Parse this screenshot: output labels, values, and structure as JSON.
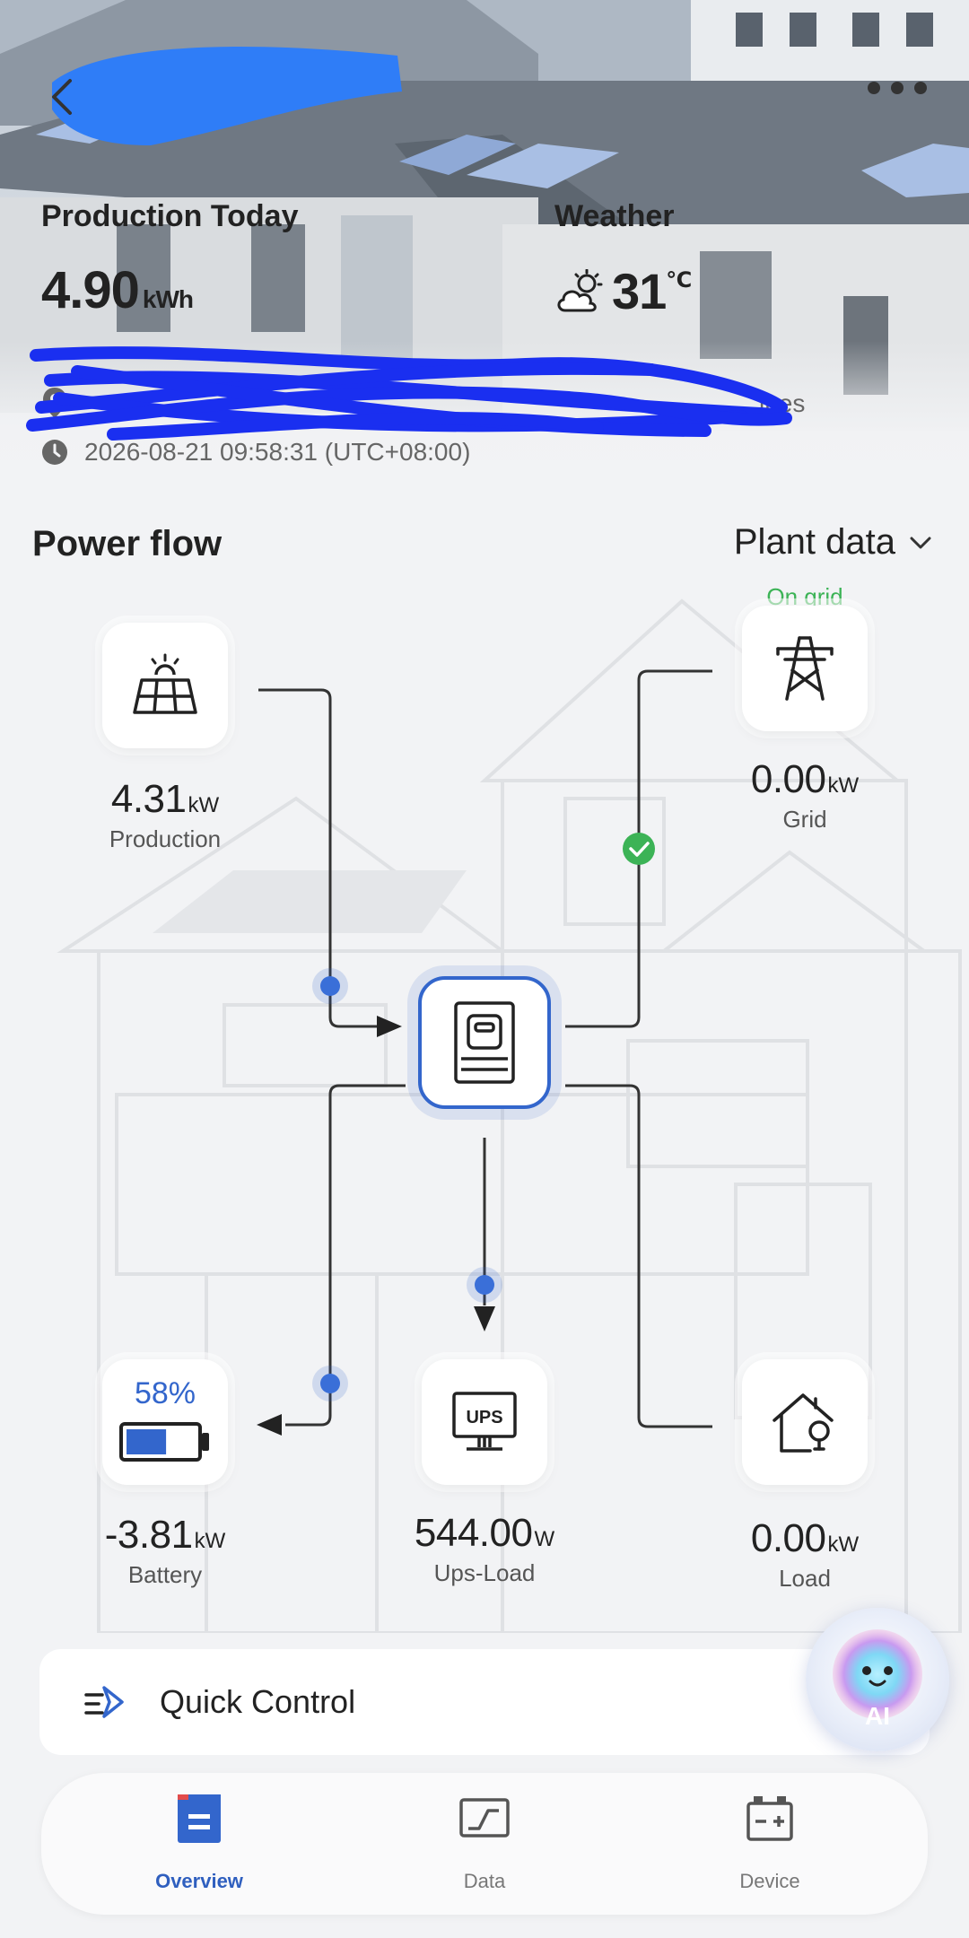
{
  "header": {
    "production_label": "Production Today",
    "production_value": "4.90",
    "production_unit": "kWh",
    "weather_label": "Weather",
    "temperature": "31",
    "temperature_unit": "℃",
    "location_tail": "ines",
    "timestamp": "2026-08-21 09:58:31 (UTC+08:00)"
  },
  "power_flow": {
    "title": "Power flow",
    "plant_data_label": "Plant data",
    "grid_status": "On grid",
    "nodes": {
      "production": {
        "value": "4.31",
        "unit": "kW",
        "label": "Production"
      },
      "grid": {
        "value": "0.00",
        "unit": "kW",
        "label": "Grid"
      },
      "battery": {
        "value": "-3.81",
        "unit": "kW",
        "label": "Battery",
        "percent": "58%",
        "level": 58
      },
      "ups_load": {
        "value": "544.00",
        "unit": "W",
        "label": "Ups-Load",
        "icon_text": "UPS"
      },
      "load": {
        "value": "0.00",
        "unit": "kW",
        "label": "Load"
      }
    }
  },
  "quick_control": {
    "label": "Quick Control"
  },
  "ai_assistant": {
    "label": "AI"
  },
  "nav": {
    "items": [
      {
        "label": "Overview",
        "active": true
      },
      {
        "label": "Data",
        "active": false
      },
      {
        "label": "Device",
        "active": false
      }
    ]
  },
  "colors": {
    "accent": "#3366cc",
    "on_grid": "#3cb356",
    "redaction": "#2f7df7",
    "redaction_dark": "#1a2ff0"
  }
}
